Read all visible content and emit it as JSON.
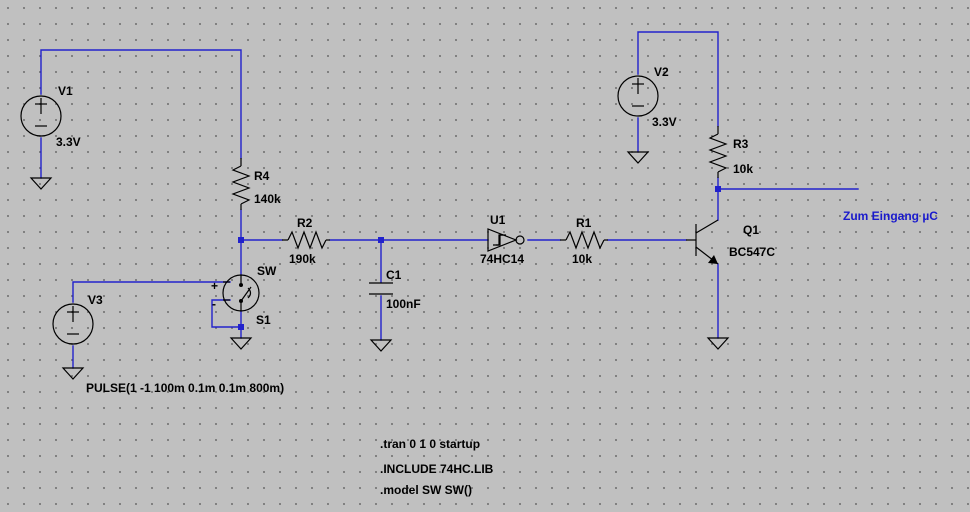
{
  "components": {
    "v1": {
      "name": "V1",
      "value": "3.3V"
    },
    "v2": {
      "name": "V2",
      "value": "3.3V"
    },
    "v3": {
      "name": "V3",
      "value": "PULSE(1 -1 100m 0.1m 0.1m 800m)"
    },
    "r1": {
      "name": "R1",
      "value": "10k"
    },
    "r2": {
      "name": "R2",
      "value": "190k"
    },
    "r3": {
      "name": "R3",
      "value": "10k"
    },
    "r4": {
      "name": "R4",
      "value": "140k"
    },
    "c1": {
      "name": "C1",
      "value": "100nF"
    },
    "u1": {
      "name": "U1",
      "value": "74HC14"
    },
    "q1": {
      "name": "Q1",
      "value": "BC547C"
    },
    "s1": {
      "name": "S1",
      "model": "SW",
      "plus": "+",
      "minus": "-"
    }
  },
  "net_labels": {
    "output": "Zum Eingang µC"
  },
  "directives": [
    ".tran 0 1 0 startup",
    ".INCLUDE 74HC.LIB",
    ".model SW SW()"
  ],
  "colors": {
    "background": "#c0c0c0",
    "wire": "#2222cc",
    "net_label": "#1a1acc",
    "symbol": "#000000"
  }
}
